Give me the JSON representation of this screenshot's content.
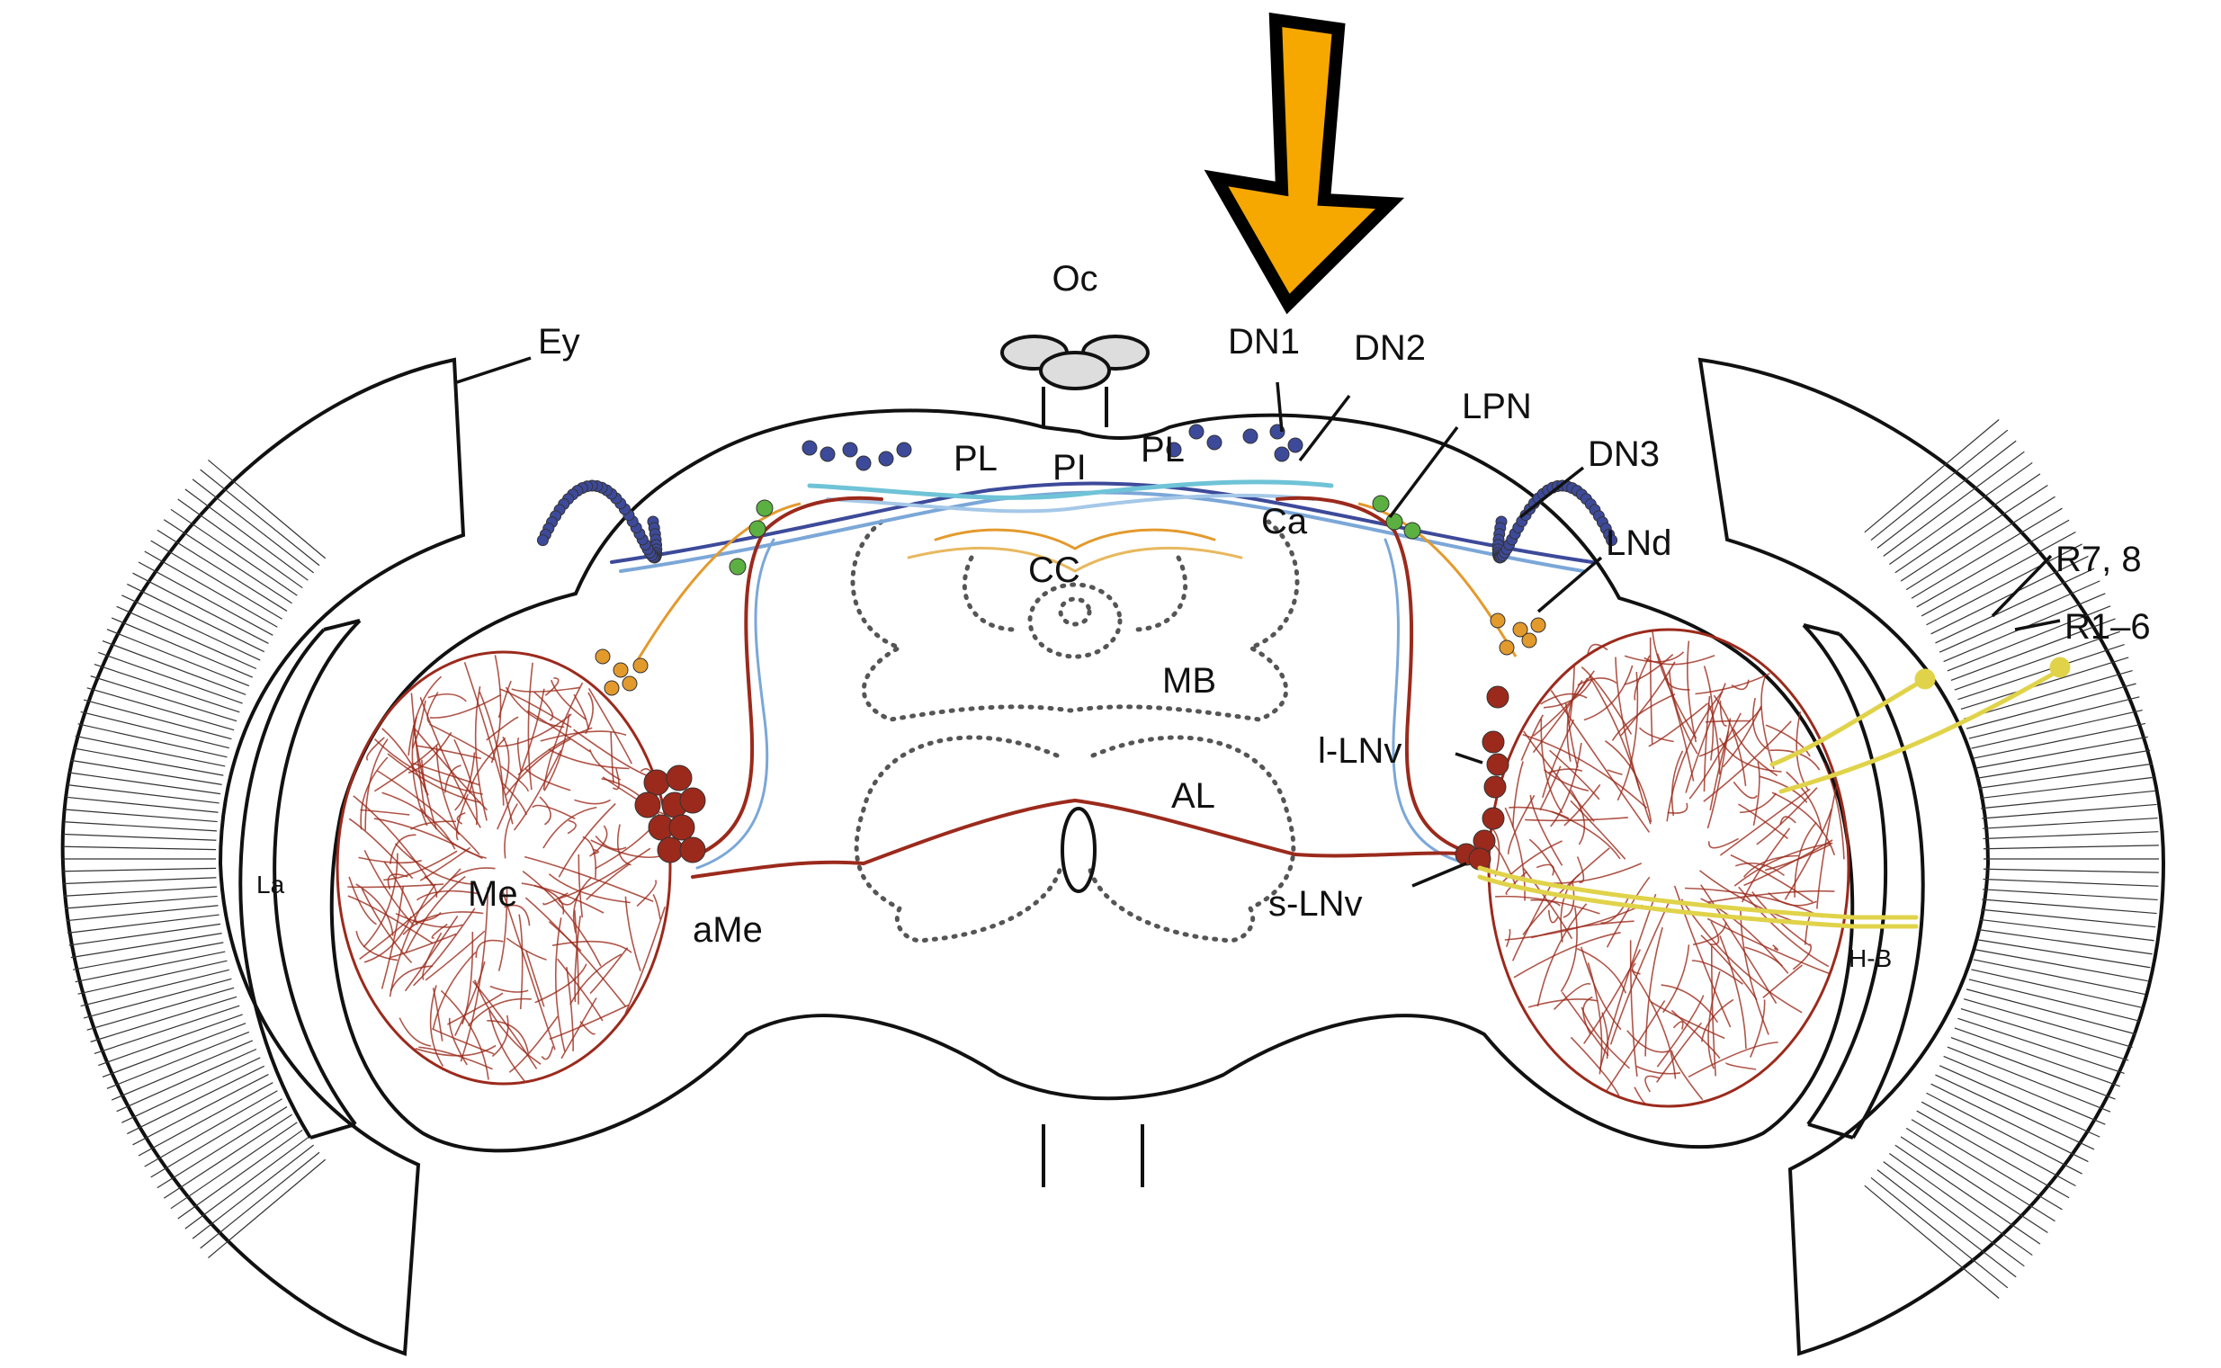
{
  "figure": {
    "labels": {
      "oc": "Oc",
      "ey": "Ey",
      "dn1": "DN1",
      "dn2": "DN2",
      "lpn": "LPN",
      "dn3": "DN3",
      "lnd": "LNd",
      "r78": "R7, 8",
      "r16": "R1–6",
      "pl_left": "PL",
      "pi": "PI",
      "pl_right": "PL",
      "ca": "Ca",
      "cc": "CC",
      "mb": "MB",
      "l_lnv": "l-LNv",
      "al": "AL",
      "s_lnv": "s-LNv",
      "la": "La",
      "me": "Me",
      "ame": "aMe",
      "hb": "H-B"
    },
    "colors": {
      "arrow": "#F6A800",
      "clock_neurons": "#9B2A1C",
      "dorsal_neurons": "#3D4A9A",
      "projections_light": "#7BA7D8",
      "lnd": "#E39A2D",
      "lpn": "#5BB041",
      "photoreceptors": "#E0D34A",
      "outline": "#111111"
    },
    "icons": {
      "pointer": "arrow-down-icon"
    }
  }
}
